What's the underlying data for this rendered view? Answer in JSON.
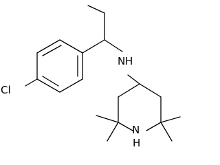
{
  "molecule": {
    "atoms": {
      "chlorine": "Cl",
      "amine_nitrogen": "N",
      "amine_hydrogen": "H",
      "ring_nitrogen": "N",
      "ring_hydrogen": "H"
    }
  }
}
